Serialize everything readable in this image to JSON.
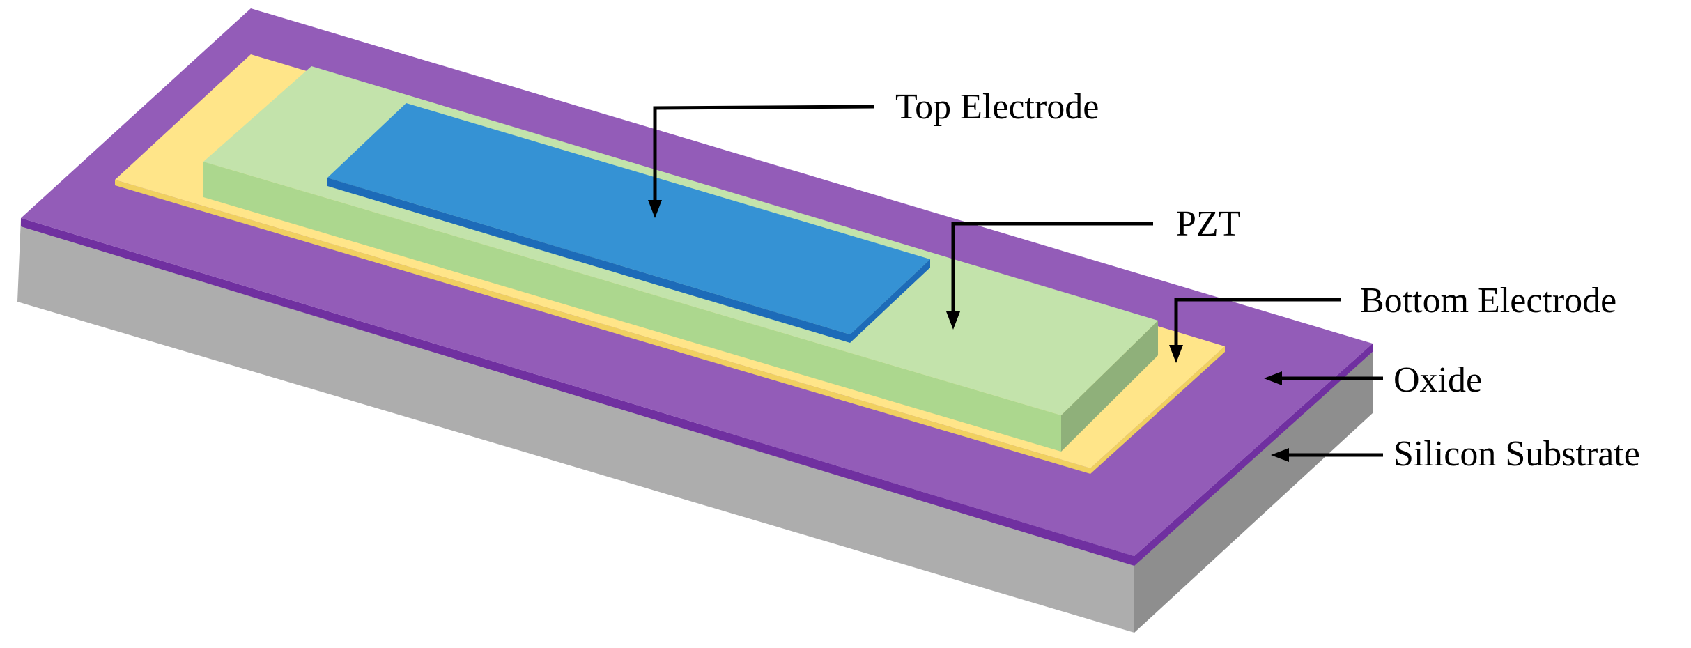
{
  "labels": {
    "top_electrode": "Top Electrode",
    "pzt": "PZT",
    "bottom_electrode": "Bottom Electrode",
    "oxide": "Oxide",
    "silicon_substrate": "Silicon Substrate"
  },
  "colors": {
    "substrate_side_front": "#adadad",
    "substrate_side_right": "#8e8e8e",
    "oxide_top": "#935cb8",
    "oxide_edge": "#7030a0",
    "bottom_electrode_top": "#ffe589",
    "bottom_electrode_edge": "#f0d060",
    "pzt_top": "#c3e3ab",
    "pzt_front": "#acd78e",
    "pzt_right": "#8fb07a",
    "top_electrode_top": "#3592d4",
    "top_electrode_edge": "#1d6bb8",
    "leader_line": "#000000",
    "background": "#ffffff"
  }
}
